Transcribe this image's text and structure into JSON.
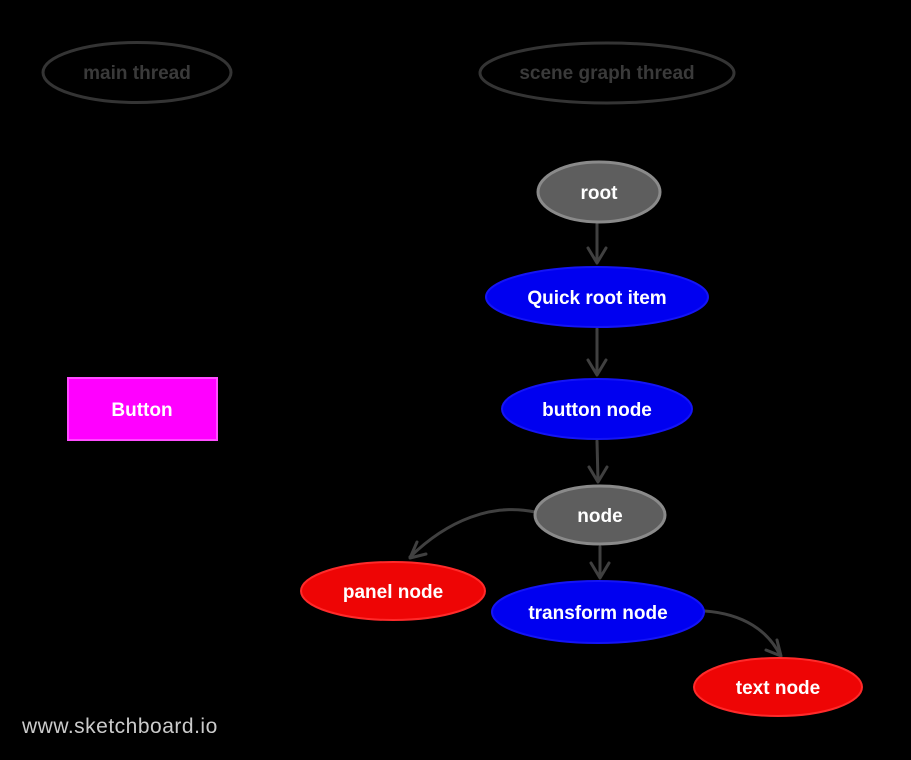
{
  "app": {
    "watermark": "www.sketchboard.io"
  },
  "colors": {
    "background": "#000000",
    "lane_outline": "#343434",
    "lane_text": "#3a3a3a",
    "arrow": "#404040",
    "gray_fill": "#5e5e5e",
    "gray_border": "#8a8a8a",
    "blue_fill": "#0000f0",
    "red_fill": "#ee0505",
    "red_border": "#ff2a2a",
    "magenta_fill": "#ff00ff",
    "node_text": "#ffffff",
    "watermark_text": "#cbcbcb"
  },
  "lanes": {
    "main_thread": {
      "label": "main thread"
    },
    "scene_graph_thread": {
      "label": "scene graph thread"
    }
  },
  "nodes": {
    "root": {
      "label": "root",
      "shape": "ellipse",
      "color": "gray"
    },
    "quick_root_item": {
      "label": "Quick root item",
      "shape": "ellipse",
      "color": "blue"
    },
    "button": {
      "label": "Button",
      "shape": "rectangle",
      "color": "magenta"
    },
    "button_node": {
      "label": "button node",
      "shape": "ellipse",
      "color": "blue"
    },
    "node": {
      "label": "node",
      "shape": "ellipse",
      "color": "gray"
    },
    "panel_node": {
      "label": "panel node",
      "shape": "ellipse",
      "color": "red"
    },
    "transform_node": {
      "label": "transform node",
      "shape": "ellipse",
      "color": "blue"
    },
    "text_node": {
      "label": "text node",
      "shape": "ellipse",
      "color": "red"
    }
  },
  "edges": [
    {
      "from": "root",
      "to": "quick_root_item"
    },
    {
      "from": "quick_root_item",
      "to": "button_node"
    },
    {
      "from": "button_node",
      "to": "node"
    },
    {
      "from": "node",
      "to": "panel_node"
    },
    {
      "from": "node",
      "to": "transform_node"
    },
    {
      "from": "transform_node",
      "to": "text_node"
    }
  ]
}
